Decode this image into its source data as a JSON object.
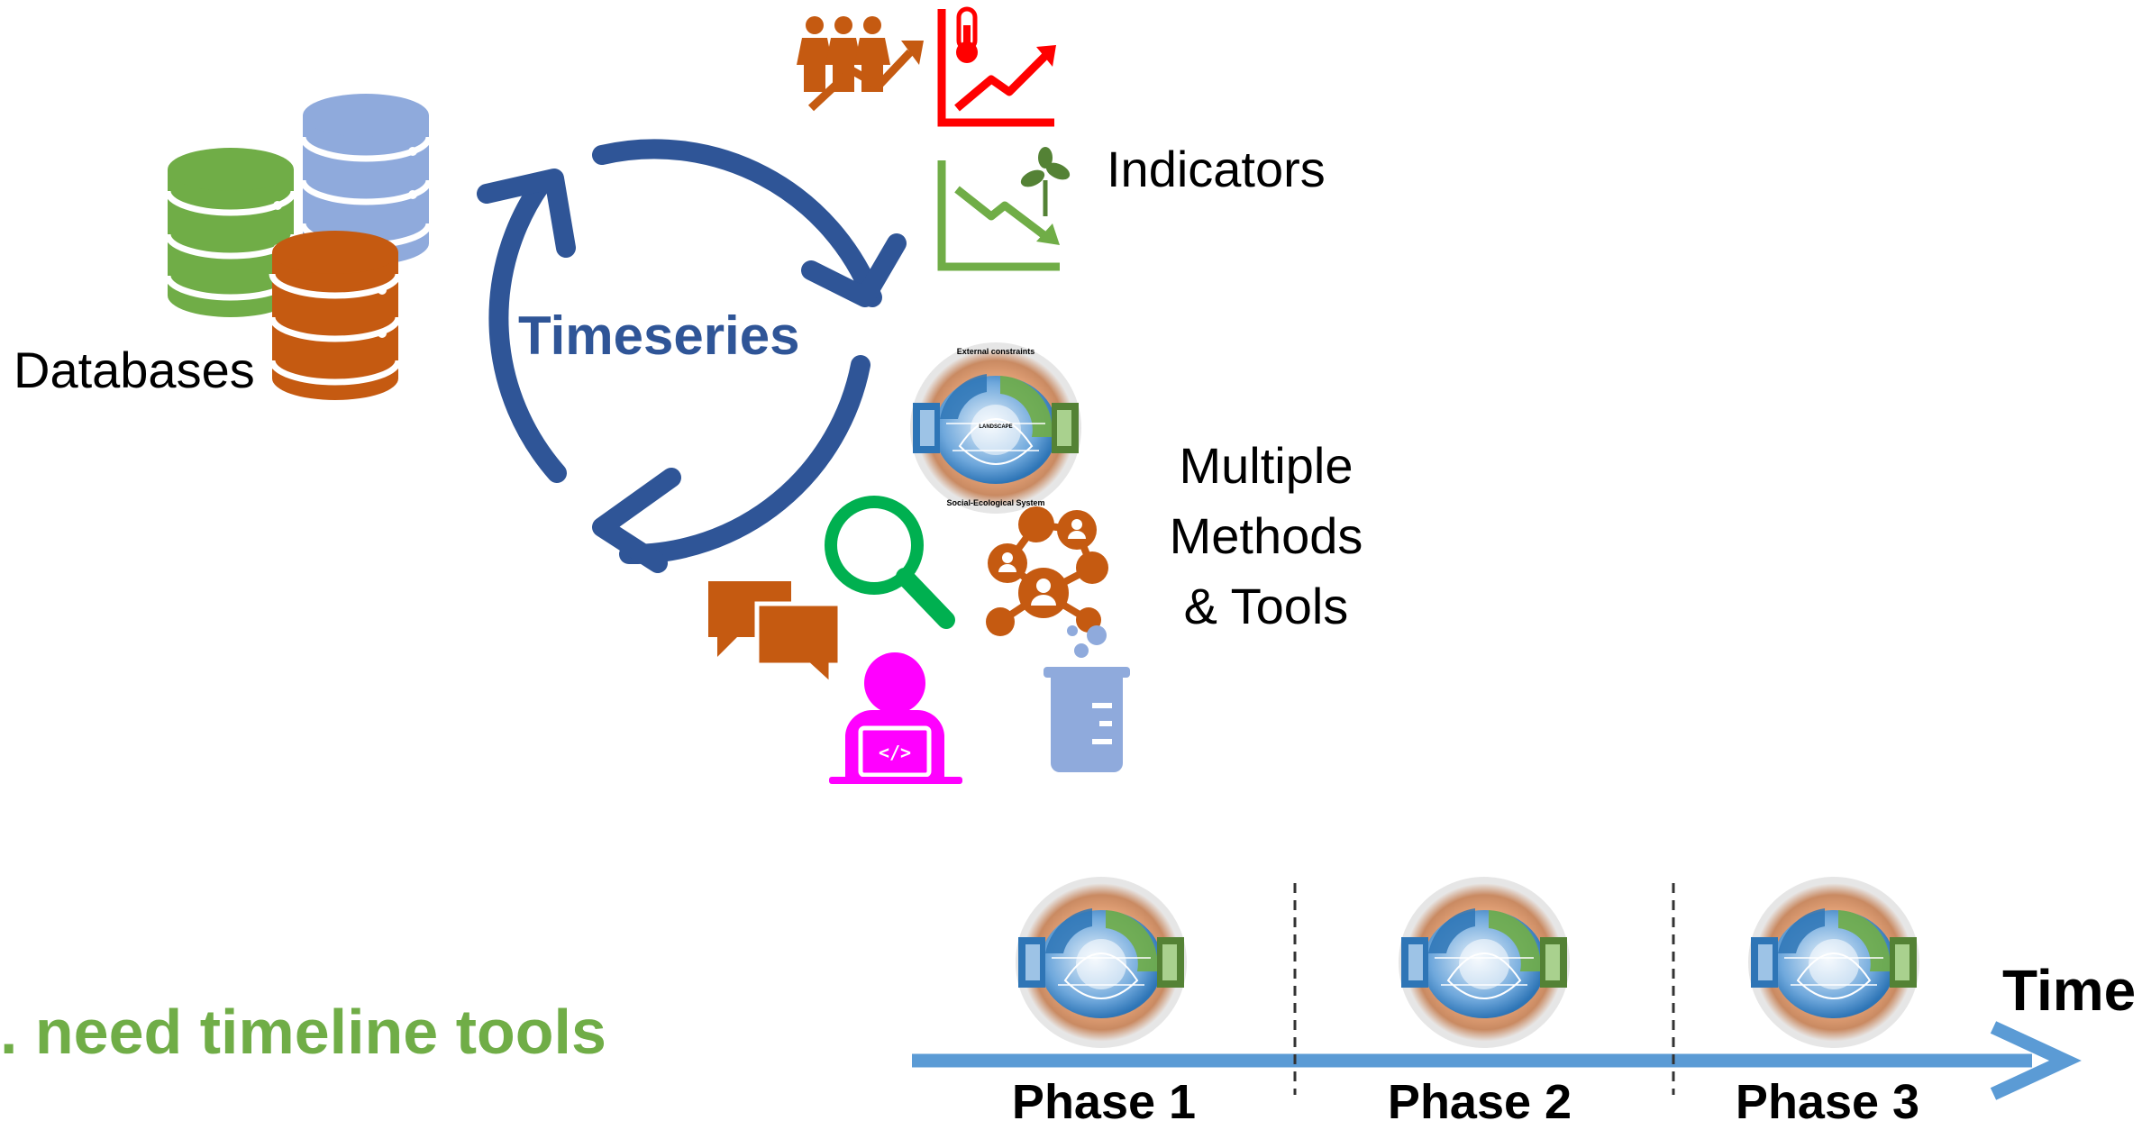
{
  "labels": {
    "databases": "Databases",
    "timeseries": "Timeseries",
    "indicators": "Indicators",
    "methods_line1": "Multiple",
    "methods_line2": "Methods",
    "methods_line3": "& Tools",
    "need_timeline": ". need timeline tools",
    "time": "Time",
    "phases": [
      "Phase 1",
      "Phase 2",
      "Phase 3"
    ]
  },
  "ses_diagram_text": {
    "top": "External constraints",
    "center": "LANDSCAPE",
    "bottom": "Social-Ecological System"
  },
  "icons": {
    "databases": [
      "database-green-icon",
      "database-blue-icon",
      "database-orange-icon"
    ],
    "indicators": [
      "population-growth-icon",
      "temperature-rise-icon",
      "plant-decline-icon"
    ],
    "methods": [
      "ses-framework-icon",
      "search-icon",
      "network-people-icon",
      "chat-bubbles-icon",
      "coder-laptop-icon",
      "beaker-icon"
    ]
  },
  "colors": {
    "cycle_arrow": "#2f5597",
    "timeseries_text": "#2f5597",
    "timeline_arrow": "#5b9bd5",
    "need_text": "#70ad47",
    "green": "#70ad47",
    "blue": "#8faadc",
    "orange": "#c55a11",
    "red": "#ff0000",
    "magenta": "#ff00ff",
    "search_green": "#00b050",
    "beaker": "#8faadc"
  }
}
